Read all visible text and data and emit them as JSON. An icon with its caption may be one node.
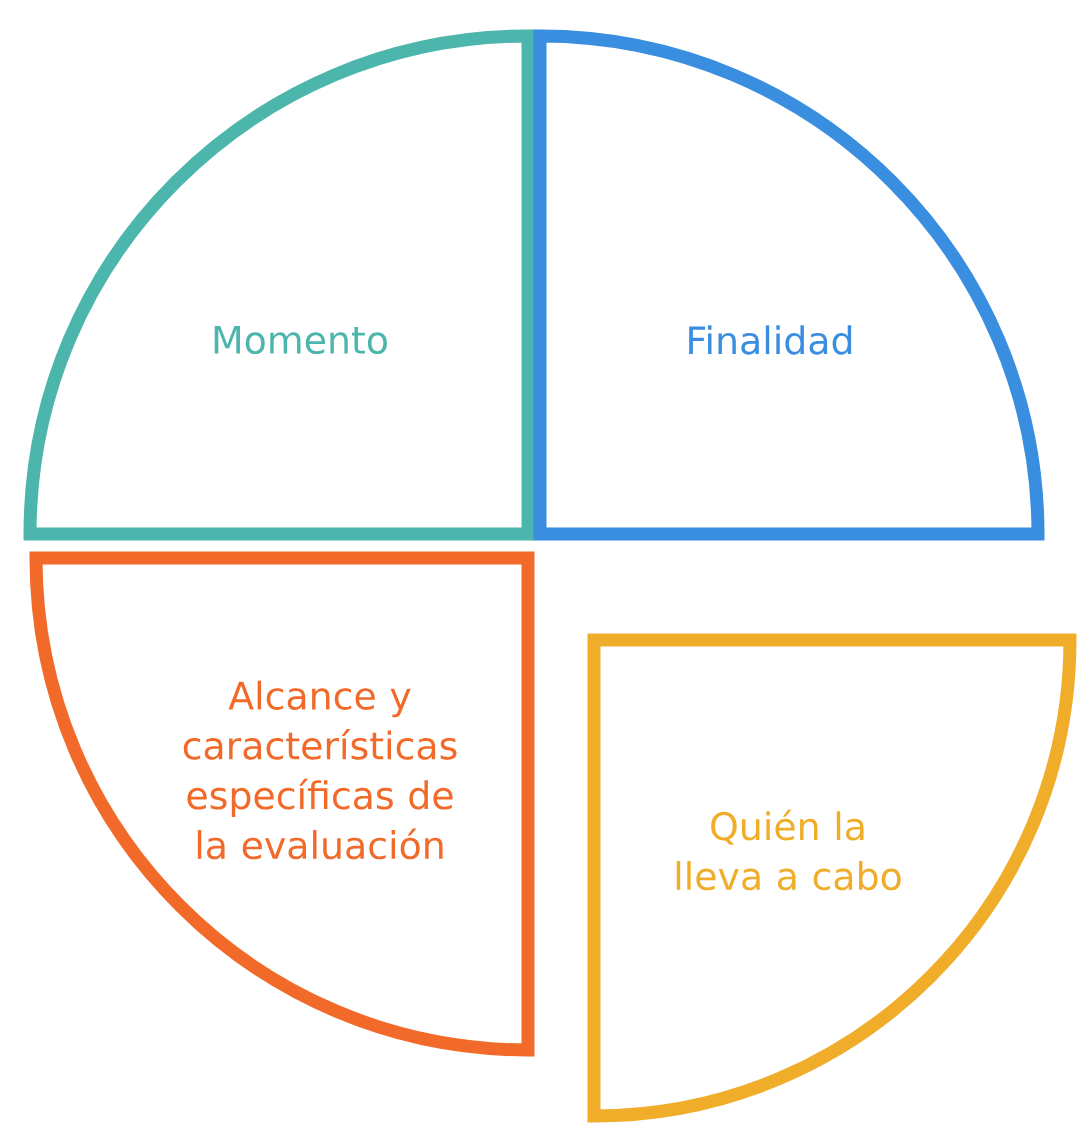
{
  "diagram": {
    "nodes": [
      {
        "text": [
          "Momento"
        ]
      },
      {
        "text": [
          "Finalidad"
        ]
      },
      {
        "text": [
          "Alcance y características específicas de la evaluación"
        ]
      },
      {
        "text": [
          "Quién la lleva a cabo"
        ]
      }
    ]
  }
}
